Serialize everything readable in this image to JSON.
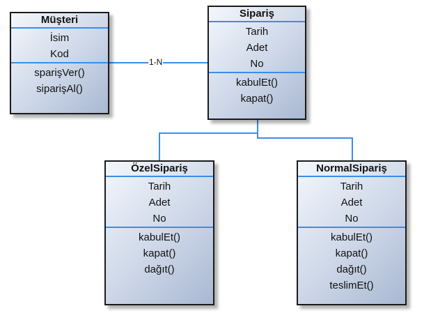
{
  "diagram": {
    "classes": {
      "musteri": {
        "name": "Müşteri",
        "attributes": [
          "İsim",
          "Kod"
        ],
        "methods": [
          "sparişVer()",
          "siparişAl()"
        ]
      },
      "siparis": {
        "name": "Sipariş",
        "attributes": [
          "Tarih",
          "Adet",
          "No"
        ],
        "methods": [
          "kabulEt()",
          "kapat()"
        ]
      },
      "ozel_siparis": {
        "name": "ÖzelSipariş",
        "attributes": [
          "Tarih",
          "Adet",
          "No"
        ],
        "methods": [
          "kabulEt()",
          "kapat()",
          "dağıt()"
        ]
      },
      "normal_siparis": {
        "name": "NormalSipariş",
        "attributes": [
          "Tarih",
          "Adet",
          "No"
        ],
        "methods": [
          "kabulEt()",
          "kapat()",
          "dağıt()",
          "teslimEt()"
        ]
      }
    },
    "association": {
      "label": "1-N",
      "from": "musteri",
      "to": "siparis"
    },
    "line_color": "#3a8ee8",
    "divider_color": "#3a8ee8"
  }
}
